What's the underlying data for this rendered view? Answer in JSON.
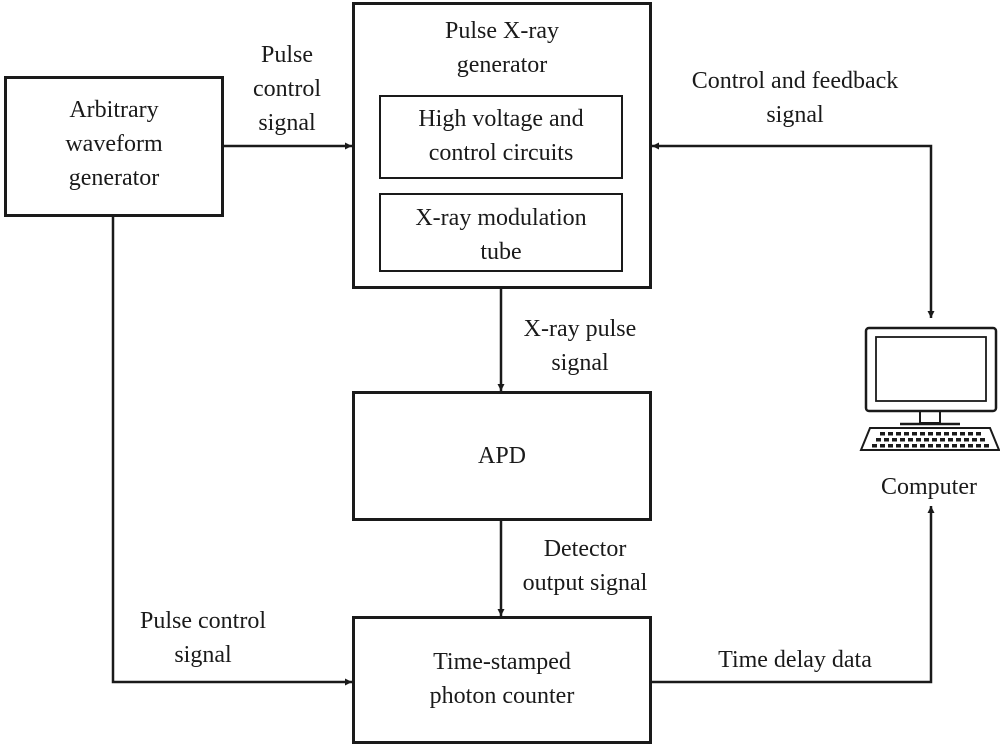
{
  "blocks": {
    "awg": "Arbitrary\nwaveform\ngenerator",
    "xray": "Pulse X-ray\ngenerator",
    "hv": "High voltage and\ncontrol circuits",
    "tube": "X-ray modulation\ntube",
    "apd": "APD",
    "counter": "Time-stamped\nphoton counter",
    "computer": "Computer"
  },
  "signals": {
    "pulse_top": "Pulse\ncontrol\nsignal",
    "control_feedback": "Control and feedback\nsignal",
    "xray_pulse": "X-ray pulse\nsignal",
    "detector": "Detector\noutput signal",
    "pulse_bottom": "Pulse control\nsignal",
    "time_delay": "Time delay data"
  }
}
